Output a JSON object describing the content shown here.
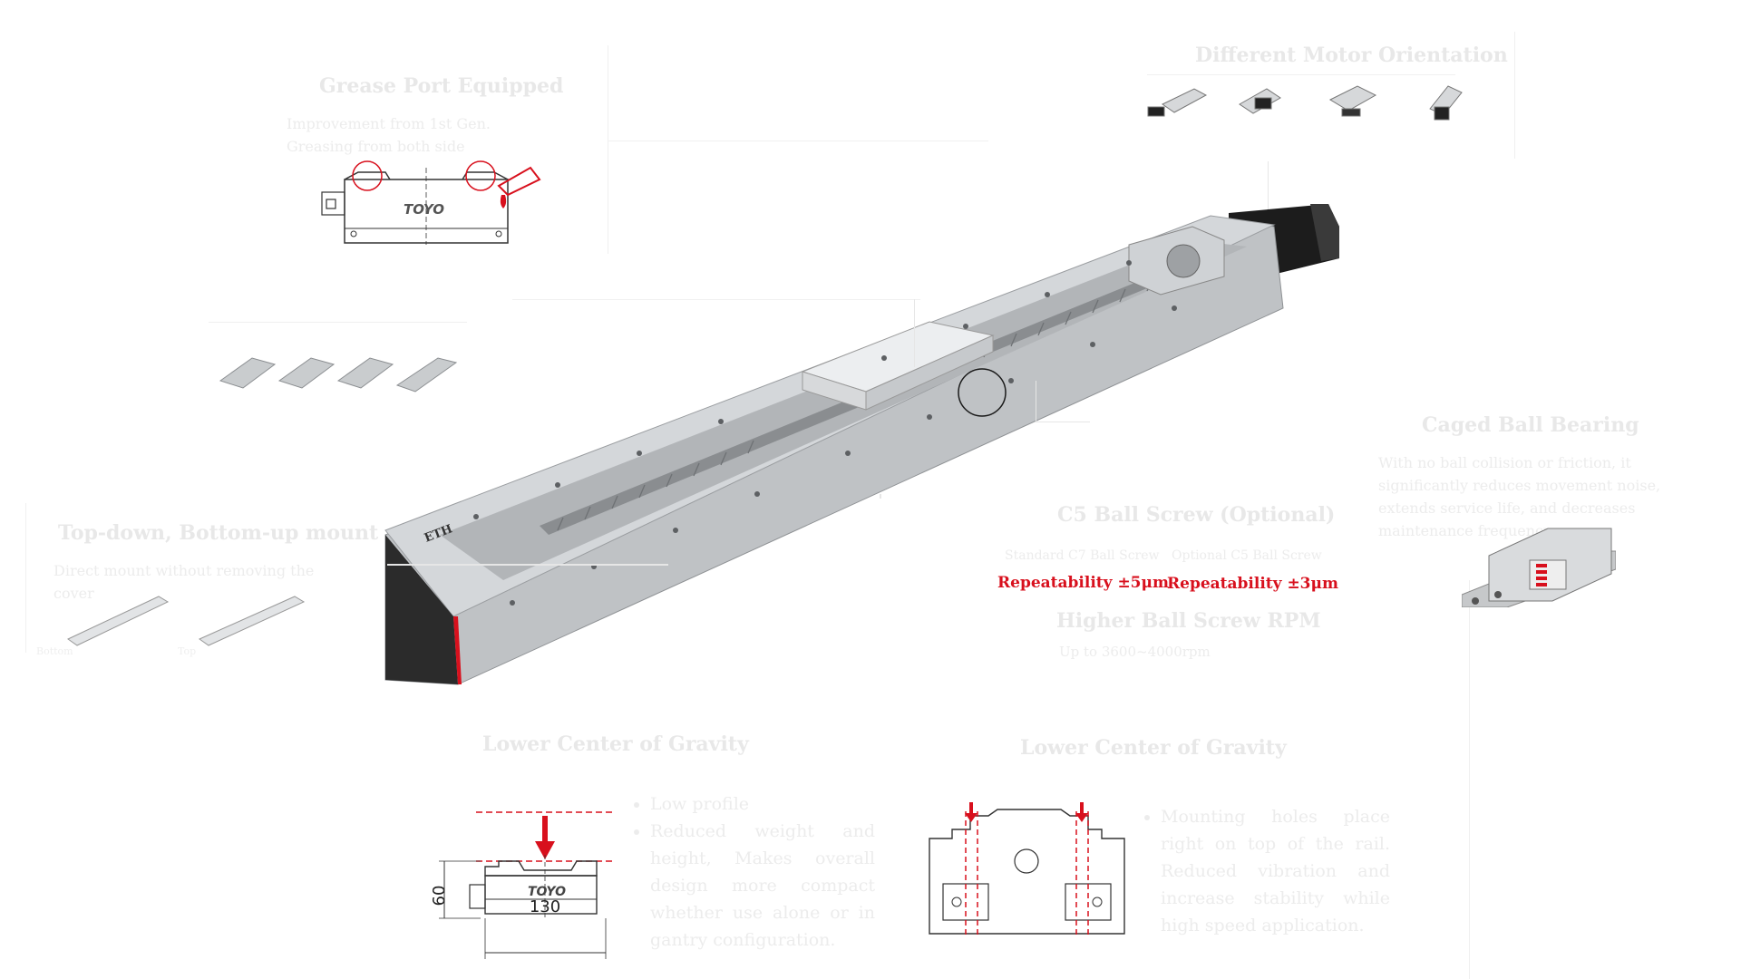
{
  "grease": {
    "title": "Grease Port Equipped",
    "desc": "Improvement from 1st Gen. Greasing from both side",
    "logo": "TOYO"
  },
  "motor": {
    "title": "Different Motor Orientation"
  },
  "mount": {
    "title": "Top-down, Bottom-up mount",
    "desc": "Direct mount without removing the cover",
    "labels": [
      "Bottom",
      "Top"
    ]
  },
  "bearing": {
    "title": "Caged Ball Bearing",
    "desc": "With no ball collision or friction, it significantly reduces movement noise, extends service life, and decreases maintenance frequency."
  },
  "screw": {
    "title": "C5 Ball Screw (Optional)",
    "standard": "Standard C7 Ball Screw",
    "optional": "Optional C5 Ball Screw",
    "rep_standard": "Repeatability  ±5μm",
    "rep_optional": "Repeatability  ±3μm"
  },
  "rpm": {
    "title": "Higher Ball Screw RPM",
    "desc": "Up to 3600~4000rpm"
  },
  "product": {
    "label": "ETH"
  },
  "gravity_left": {
    "title": "Lower Center of Gravity",
    "height": "60",
    "width": "130",
    "logo": "TOYO",
    "bullets": [
      "Low profile",
      "Reduced weight and height, Makes overall design more compact whether use alone or in gantry configuration."
    ]
  },
  "gravity_right": {
    "title": "Lower Center of Gravity",
    "bullets": [
      "Mounting holes place right on top of the rail. Reduced vibration and increase stability while high speed application."
    ]
  },
  "colors": {
    "accent_red": "#d8101d",
    "faint_text": "#e8e8e8",
    "actuator_body": "#b9bcbf",
    "motor": "#1c1c1c"
  }
}
